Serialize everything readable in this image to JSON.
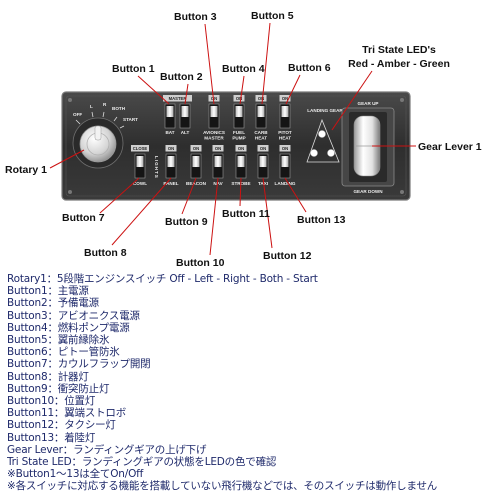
{
  "callouts": {
    "button1": "Button 1",
    "button2": "Button 2",
    "button3": "Button 3",
    "button4": "Button 4",
    "button5": "Button 5",
    "button6": "Button 6",
    "button7": "Button 7",
    "button8": "Button 8",
    "button9": "Button 9",
    "button10": "Button 10",
    "button11": "Button 11",
    "button12": "Button 12",
    "button13": "Button 13",
    "rotary1": "Rotary 1",
    "gear_lever1": "Gear Lever 1",
    "tri_state_title": "Tri State LED's",
    "tri_state_colors": "Red - Amber - Green"
  },
  "panel": {
    "rotary_positions": [
      "OFF",
      "L",
      "R",
      "BOTH",
      "START"
    ],
    "master": "MASTER",
    "top_row": [
      {
        "label": [
          "BAT"
        ]
      },
      {
        "label": [
          "ALT"
        ]
      },
      {
        "tab": "ON",
        "label": [
          "AVIONICS",
          "MASTER"
        ]
      },
      {
        "tab": "ON",
        "label": [
          "FUEL",
          "PUMP"
        ]
      },
      {
        "tab": "ON",
        "label": [
          "CARB",
          "HEAT"
        ]
      },
      {
        "tab": "ON",
        "label": [
          "PITOT",
          "HEAT"
        ]
      }
    ],
    "cowl": {
      "tab": "CLOSE",
      "label": "COWL"
    },
    "lights_group": "LIGHTS",
    "lights": [
      {
        "tab": "ON",
        "label": "PANEL"
      },
      {
        "tab": "ON",
        "label": "BEACON"
      },
      {
        "tab": "ON",
        "label": "NAV"
      },
      {
        "tab": "ON",
        "label": "STROBE"
      },
      {
        "tab": "ON",
        "label": "TAXI"
      },
      {
        "tab": "ON",
        "label": "LANDING"
      }
    ],
    "landing_gear_label": "LANDING GEAR",
    "gear_up": "GEAR UP",
    "gear_down": "GEAR DOWN"
  },
  "colors": {
    "callout_line": "#cc1111",
    "legend_text": "#1f2a6b",
    "panel_body": "#333333"
  },
  "legend": [
    "Rotary1：5段階エンジンスイッチ Off - Left - Right - Both - Start",
    "Button1：主電源",
    "Button2：予備電源",
    "Button3：アビオニクス電源",
    "Button4：燃料ポンプ電源",
    "Button5：翼前縁除氷",
    "Button6：ピトー管防氷",
    "Button7：カウルフラップ開閉",
    "Button8：計器灯",
    "Button9：衝突防止灯",
    "Button10：位置灯",
    "Button11：翼端ストロボ",
    "Button12：タクシー灯",
    "Button13：着陸灯",
    "Gear Lever：ランディングギアの上げ下げ",
    "Tri State LED：ランディングギアの状態をLEDの色で確認",
    "※Button1～13は全てOn/Off",
    "※各スイッチに対応する機能を搭載していない飛行機などでは、そのスイッチは動作しません"
  ]
}
